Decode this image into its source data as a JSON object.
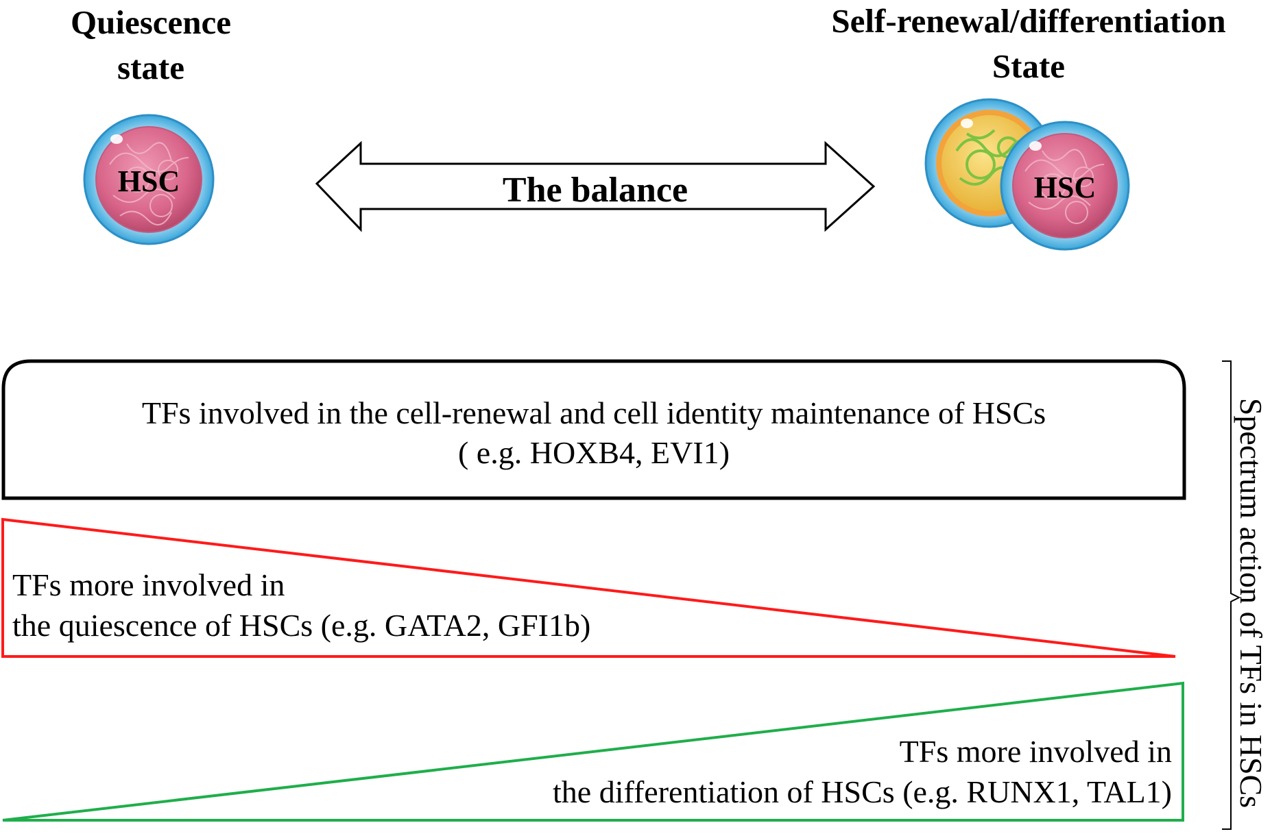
{
  "left_state": {
    "line1": "Quiescence",
    "line2": "state",
    "cell_label": "HSC"
  },
  "right_state": {
    "line1": "Self-renewal/differentiation",
    "line2": "State",
    "cell_label": "HSC"
  },
  "balance_label": "The balance",
  "box": {
    "line1": "TFs involved in the cell-renewal and cell identity maintenance of HSCs",
    "line2": "( e.g. HOXB4, EVI1)"
  },
  "red_wedge": {
    "line1": "TFs more involved in",
    "line2": "the quiescence of HSCs (e.g. GATA2, GFI1b)",
    "color": "#ff1a1a"
  },
  "green_wedge": {
    "line1": "TFs more involved in",
    "line2": "the differentiation of HSCs (e.g. RUNX1, TAL1)",
    "color": "#1fae4b"
  },
  "side_label": "Spectrum action of TFs in HSCs"
}
